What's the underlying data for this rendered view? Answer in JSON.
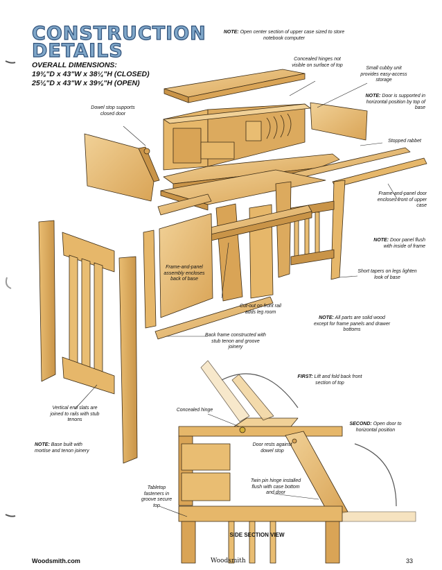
{
  "title": {
    "line1": "CONSTRUCTION",
    "line2": "DETAILS"
  },
  "dimensions": {
    "heading": "OVERALL DIMENSIONS:",
    "closed": "19⅜\"D x 43\"W x 38¼\"H (CLOSED)",
    "open": "25⅛\"D x 43\"W x 39⅝\"H (OPEN)"
  },
  "callouts": {
    "note_upper_case": {
      "lead": "NOTE:",
      "text": "Open center section of upper case sized to store notebook computer"
    },
    "concealed_hinges": "Concealed hinges not visible on surface of top",
    "cubby": "Small cubby unit provides easy-access storage",
    "dowel_stop": "Dowel stop supports closed door",
    "note_door_supported": {
      "lead": "NOTE:",
      "text": "Door is supported in horizontal position by top of base"
    },
    "stopped_rabbet": "Stopped rabbet",
    "frame_panel_door": "Frame-and-panel door encloses front of upper case",
    "note_door_flush": {
      "lead": "NOTE:",
      "text": "Door panel flush with inside of frame"
    },
    "frame_panel_back": "Frame-and-panel assembly encloses back of base",
    "short_tapers": "Short tapers on legs lighten look of base",
    "cutout": "Cut-out on front rail adds leg room",
    "note_solid_wood": {
      "lead": "NOTE:",
      "text": "All parts are solid wood except for frame panels and drawer bottoms"
    },
    "back_frame": "Back frame constructed with stub tenon and groove joinery",
    "first_step": {
      "lead": "FIRST:",
      "text": "Lift and fold back front section of top"
    },
    "vertical_slats": "Vertical end slats are joined to rails with stub tenons",
    "concealed_hinge": "Concealed hinge",
    "second_step": {
      "lead": "SECOND:",
      "text": "Open door to horizontal position"
    },
    "note_base_built": {
      "lead": "NOTE:",
      "text": "Base built with mortise and tenon joinery"
    },
    "door_rests": "Door rests against dowel stop",
    "twin_pin": "Twin pin hinge installed flush with case bottom and door",
    "tabletop_fasteners": "Tabletop fasteners in groove secure top",
    "side_section": "SIDE SECTION VIEW"
  },
  "footer": {
    "left": "Woodsmith.com",
    "center": "Woodsmith",
    "page": "33"
  },
  "colors": {
    "wood": "#e6b76a",
    "wood_dark": "#c99448",
    "wood_light": "#f1d197",
    "title_fill": "#7fa6c8"
  }
}
